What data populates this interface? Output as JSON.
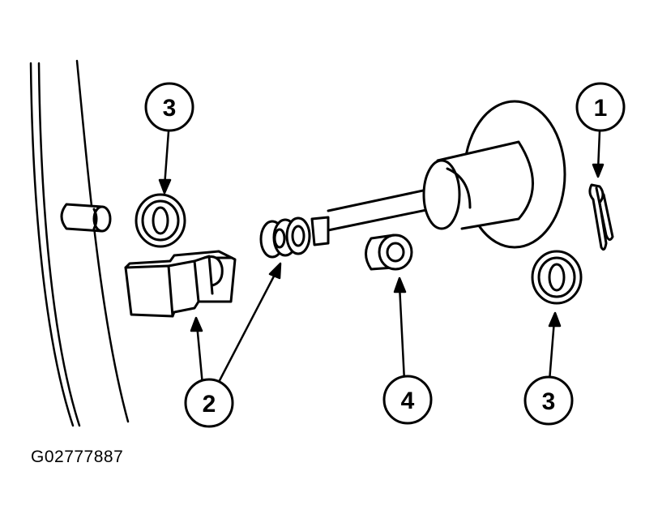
{
  "figure_id": "G02777887",
  "callouts": [
    {
      "label": "3"
    },
    {
      "label": "1"
    },
    {
      "label": "2"
    },
    {
      "label": "4"
    },
    {
      "label": "3"
    }
  ],
  "colors": {
    "ink": "#000000",
    "paper": "#ffffff"
  }
}
